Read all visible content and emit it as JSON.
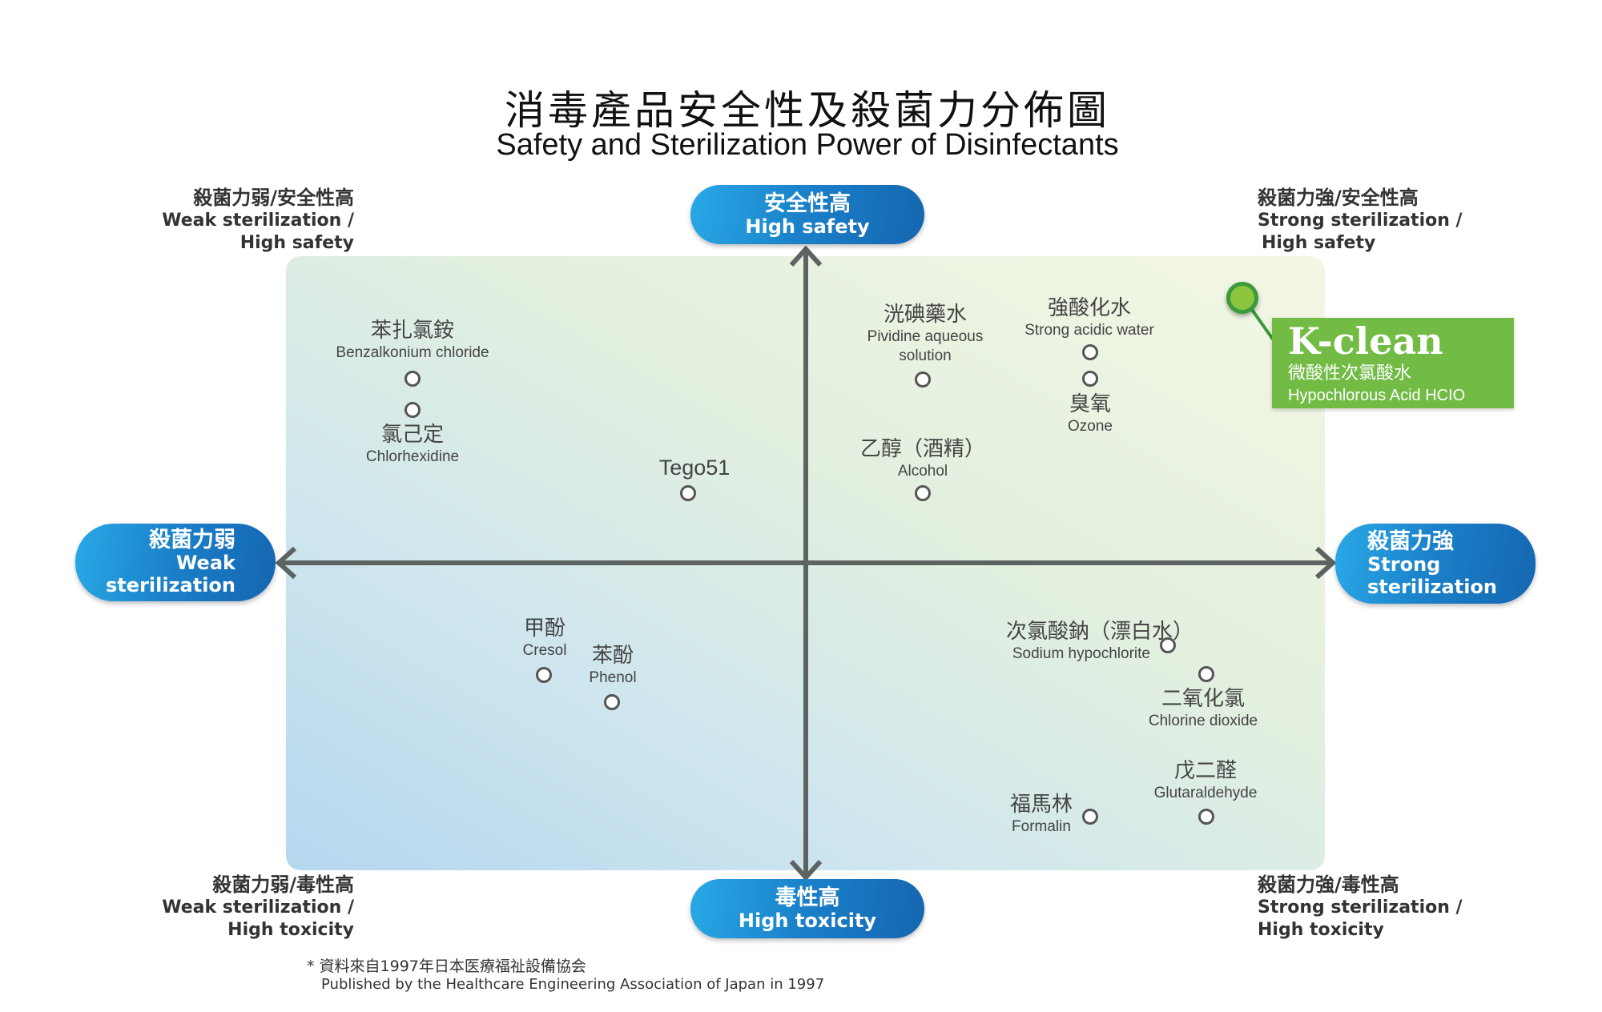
{
  "title": {
    "cn": "消毒產品安全性及殺菌力分佈圖",
    "en": "Safety and Sterilization Power of Disinfectants"
  },
  "axes": {
    "top": {
      "cn": "安全性高",
      "en": "High safety"
    },
    "bottom": {
      "cn": "毒性高",
      "en": "High toxicity"
    },
    "left": {
      "cn": "殺菌力弱",
      "en_line1": "Weak",
      "en_line2": "sterilization"
    },
    "right": {
      "cn": "殺菌力強",
      "en_line1": "Strong",
      "en_line2": "sterilization"
    }
  },
  "quadrants": {
    "top_left": {
      "cn": "殺菌力弱/安全性高",
      "en_line1": "Weak sterilization /",
      "en_line2": "High safety"
    },
    "top_right": {
      "cn": "殺菌力強/安全性高",
      "en_line1": "Strong sterilization /",
      "en_line2": "High safety"
    },
    "bottom_left": {
      "cn": "殺菌力弱/毒性高",
      "en_line1": "Weak sterilization /",
      "en_line2": "High toxicity"
    },
    "bottom_right": {
      "cn": "殺菌力強/毒性高",
      "en_line1": "Strong sterilization /",
      "en_line2": "High toxicity"
    }
  },
  "products": [
    {
      "cn": "苯扎氯銨",
      "en": "Benzalkonium chloride"
    },
    {
      "cn": "氯己定",
      "en": "Chlorhexidine"
    },
    {
      "cn": "",
      "en": "Tego51"
    },
    {
      "cn": "洸碘藥水",
      "en_line1": "Pividine aqueous",
      "en_line2": "solution"
    },
    {
      "cn": "強酸化水",
      "en": "Strong acidic water"
    },
    {
      "cn": "臭氧",
      "en": "Ozone"
    },
    {
      "cn": "乙醇（酒精）",
      "en": "Alcohol"
    },
    {
      "cn": "甲酚",
      "en": "Cresol"
    },
    {
      "cn": "苯酚",
      "en": "Phenol"
    },
    {
      "cn": "次氯酸鈉（漂白水）",
      "en": "Sodium hypochlorite"
    },
    {
      "cn": "二氧化氯",
      "en": "Chlorine dioxide"
    },
    {
      "cn": "戊二醛",
      "en": "Glutaraldehyde"
    },
    {
      "cn": "福馬林",
      "en": "Formalin"
    }
  ],
  "highlight": {
    "brand": "K-clean",
    "cn": "微酸性次氯酸水",
    "en": "Hypochlorous Acid HCIO",
    "color": "#72bb45"
  },
  "footnote": {
    "cn": "* 資料來自1997年日本医療福祉設備協会",
    "en": "Published by the Healthcare Engineering Association of Japan in 1997"
  },
  "colors": {
    "pill_blue": "#1a7fc8",
    "axis_gray": "#5d6360",
    "kclean_green": "#72bb45"
  }
}
